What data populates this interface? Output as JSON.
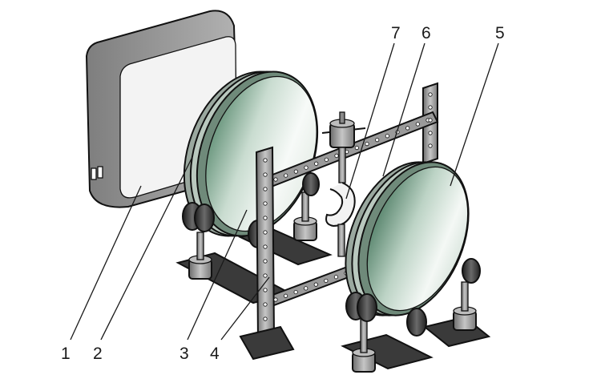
{
  "callouts": {
    "c1": "1",
    "c2": "2",
    "c3": "3",
    "c4": "4",
    "c5": "5",
    "c6": "6",
    "c7": "7"
  },
  "colors": {
    "lamp_body": "#9a9a9a",
    "lamp_face": "#d8d8d8",
    "lens_glass_light": "#f4f8f5",
    "lens_glass_dark": "#7fa58f",
    "rail_metal": "#8c8c8c",
    "base_bar": "#3a3a3a",
    "knob": "#2e2e2e",
    "line": "#1a1a1a"
  }
}
